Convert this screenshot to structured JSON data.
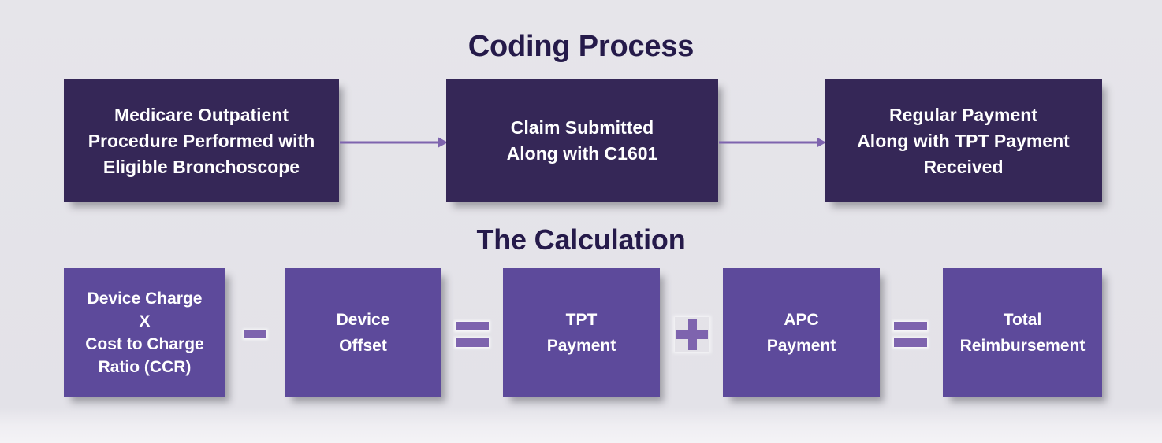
{
  "colors": {
    "background": "#e4e3e9",
    "title_text": "#251a4a",
    "box_dark": "#352757",
    "box_mid": "#5d4a9b",
    "accent_purple": "#7e64ae",
    "box_text": "#ffffff"
  },
  "sections": [
    {
      "id": "coding-process",
      "title": "Coding Process",
      "boxes": [
        {
          "id": "medicare-outpatient",
          "text": "Medicare Outpatient\nProcedure Performed with\nEligible Bronchoscope"
        },
        {
          "id": "claim-submitted",
          "text": "Claim Submitted\nAlong with C1601"
        },
        {
          "id": "regular-payment",
          "text": "Regular Payment\nAlong with TPT Payment\nReceived"
        }
      ],
      "connectors": [
        {
          "id": "arrow-1",
          "type": "arrow-right"
        },
        {
          "id": "arrow-2",
          "type": "arrow-right"
        }
      ]
    },
    {
      "id": "the-calculation",
      "title": "The Calculation",
      "boxes": [
        {
          "id": "device-charge-ccr",
          "text": "Device Charge\nX\nCost to Charge\nRatio (CCR)"
        },
        {
          "id": "device-offset",
          "text": "Device\nOffset"
        },
        {
          "id": "tpt-payment",
          "text": "TPT\nPayment"
        },
        {
          "id": "apc-payment",
          "text": "APC\nPayment"
        },
        {
          "id": "total-reimbursement",
          "text": "Total\nReimbursement"
        }
      ],
      "operators": [
        {
          "id": "minus-1",
          "symbol": "−",
          "name": "minus"
        },
        {
          "id": "equals-1",
          "symbol": "=",
          "name": "equals"
        },
        {
          "id": "plus-1",
          "symbol": "+",
          "name": "plus"
        },
        {
          "id": "equals-2",
          "symbol": "=",
          "name": "equals"
        }
      ]
    }
  ]
}
